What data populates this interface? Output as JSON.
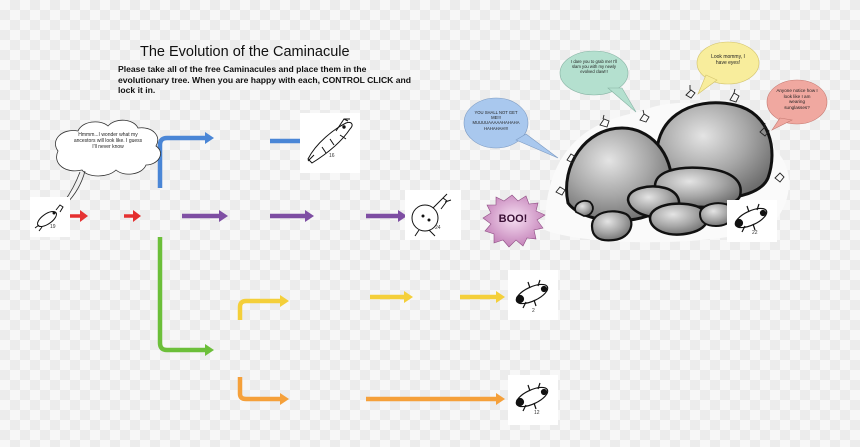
{
  "title": "The Evolution of the Caminacule",
  "instructions": "Please take all of the free Caminacules and place them in the evolutionary tree.  When you are happy with each, CONTROL CLICK and lock it in.",
  "thought_bubble": "Hmmm...I wonder what my ancestors will look like.   I guess I'll never know",
  "speech": {
    "grab": "I dare you to grab me!  I'll slam you with my newly evolved claw!!!",
    "eyes": "Look mommy, I have eyes!",
    "sunglasses": "Anyone notice how I look like I am wearing sunglasses?",
    "shall_not": "YOU SHALL NOT GET ME!!! MUUUUAAAAAHAHAHA HAHAHAH!!!",
    "boo": "BOO!"
  },
  "specimens": {
    "ancestor": "19",
    "top": "16",
    "middle": "24",
    "yellow": "2",
    "orange": "12",
    "rock": "22"
  },
  "colors": {
    "red": "#e53030",
    "blue": "#4a86d6",
    "purple": "#7e4ea3",
    "green": "#6cbf3a",
    "yellow": "#f4cf3a",
    "orange": "#f5a03a"
  }
}
